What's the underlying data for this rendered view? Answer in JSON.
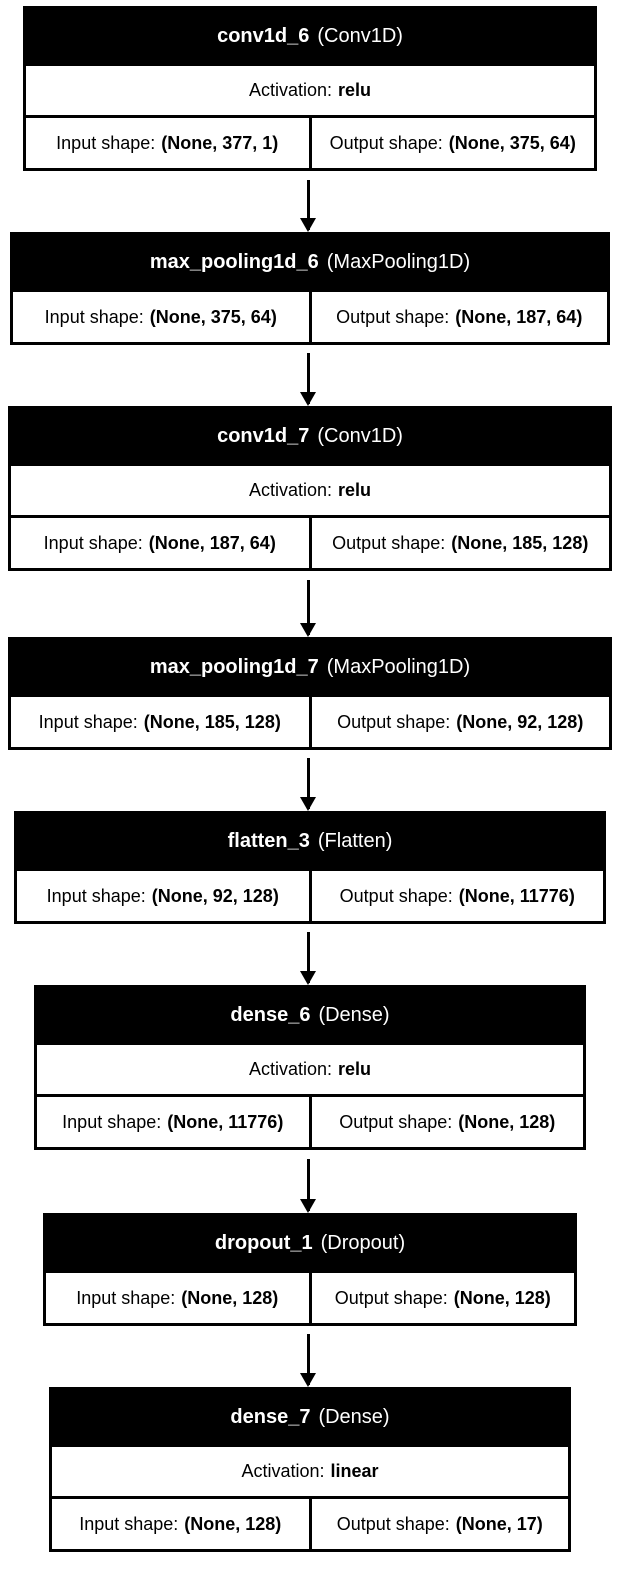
{
  "labels": {
    "activation": "Activation:",
    "input_shape": "Input shape:",
    "output_shape": "Output shape:"
  },
  "layers": [
    {
      "name": "conv1d_6",
      "type": "(Conv1D)",
      "activation": "relu",
      "input_shape": "(None, 377, 1)",
      "output_shape": "(None, 375, 64)"
    },
    {
      "name": "max_pooling1d_6",
      "type": "(MaxPooling1D)",
      "input_shape": "(None, 375, 64)",
      "output_shape": "(None, 187, 64)"
    },
    {
      "name": "conv1d_7",
      "type": "(Conv1D)",
      "activation": "relu",
      "input_shape": "(None, 187, 64)",
      "output_shape": "(None, 185, 128)"
    },
    {
      "name": "max_pooling1d_7",
      "type": "(MaxPooling1D)",
      "input_shape": "(None, 185, 128)",
      "output_shape": "(None, 92, 128)"
    },
    {
      "name": "flatten_3",
      "type": "(Flatten)",
      "input_shape": "(None, 92, 128)",
      "output_shape": "(None, 11776)"
    },
    {
      "name": "dense_6",
      "type": "(Dense)",
      "activation": "relu",
      "input_shape": "(None, 11776)",
      "output_shape": "(None, 128)"
    },
    {
      "name": "dropout_1",
      "type": "(Dropout)",
      "input_shape": "(None, 128)",
      "output_shape": "(None, 128)"
    },
    {
      "name": "dense_7",
      "type": "(Dense)",
      "activation": "linear",
      "input_shape": "(None, 128)",
      "output_shape": "(None, 17)"
    }
  ]
}
